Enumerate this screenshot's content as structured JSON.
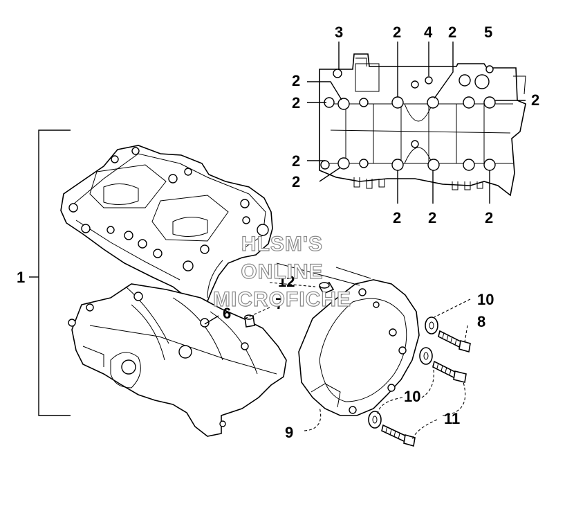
{
  "callouts": {
    "c1": "1",
    "c2": "2",
    "c3": "3",
    "c4": "4",
    "c5": "5",
    "c6": "6",
    "c7": "7",
    "c8": "8",
    "c9": "9",
    "c10": "10",
    "c11": "11",
    "c12": "12"
  },
  "watermark": {
    "line1": "HLSM'S",
    "line2": "ONLINE",
    "line3": "MICROFICHE"
  }
}
